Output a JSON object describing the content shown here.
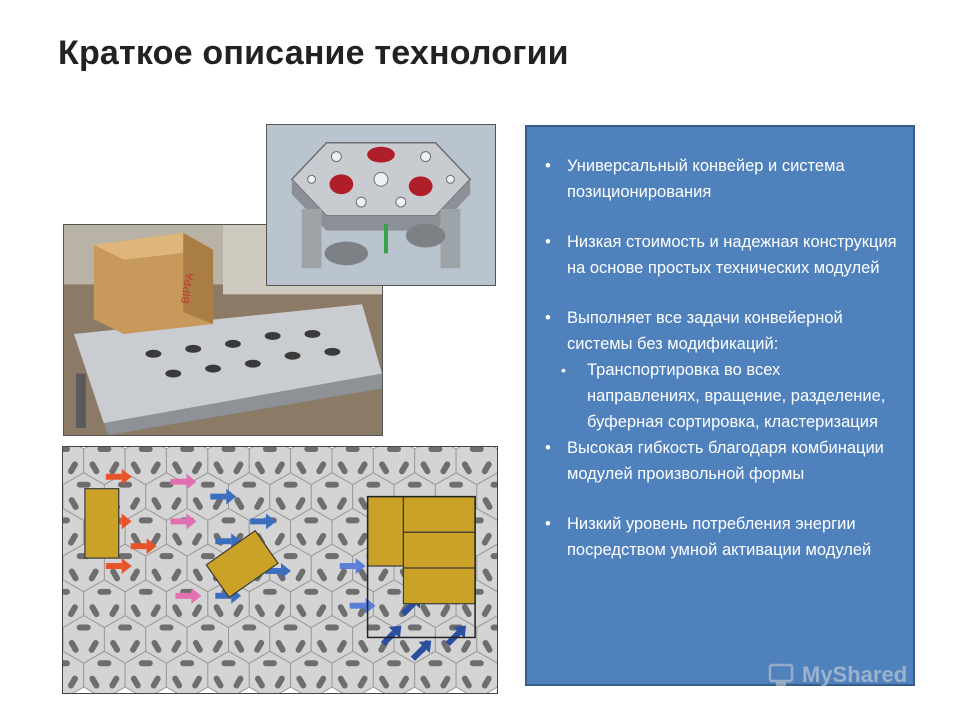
{
  "slide": {
    "title": "Краткое описание технологии"
  },
  "images": {
    "conveyor_photo": {
      "box_label": "BIPPA"
    },
    "module_render": {},
    "grid_diagram": {}
  },
  "info_panel": {
    "bullets": [
      {
        "text": "Универсальный конвейер и система позиционирования"
      },
      {
        "text": "Низкая стоимость и надежная конструкция на основе простых технических модулей"
      },
      {
        "text": "Выполняет все задачи конвейерной системы без модификаций:",
        "sub": [
          "Транспортировка во всех направлениях, вращение, разделение, буферная сортировка, кластеризация"
        ]
      },
      {
        "text": "Высокая гибкость благодаря комбинации модулей произвольной формы"
      },
      {
        "text": "Низкий уровень потребления энергии посредством умной активации модулей"
      }
    ],
    "background_color": "#4f81bd"
  },
  "watermark": {
    "text": "MyShared"
  }
}
